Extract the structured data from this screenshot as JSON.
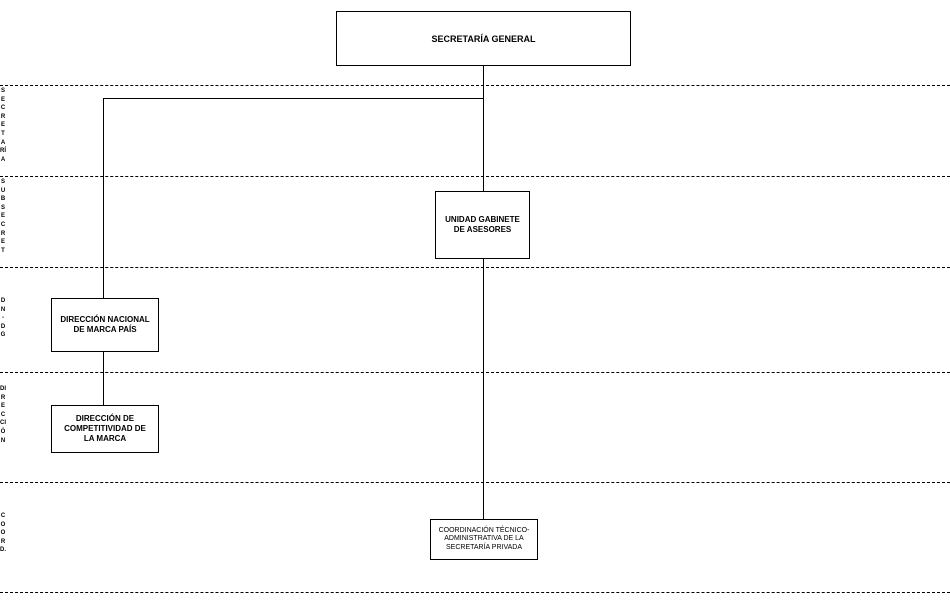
{
  "band_labels": [
    "SECRETARÍA",
    "SUBSECRET",
    "DN-DG",
    "DIRECCIÓN",
    "COORD."
  ],
  "units": {
    "secretaria_general": "SECRETARÍA GENERAL",
    "unidad_gabinete": "UNIDAD GABINETE DE ASESORES",
    "direccion_nacional": "DIRECCIÓN NACIONAL DE MARCA PAÍS",
    "direccion_competitividad": "DIRECCIÓN DE COMPETITIVIDAD DE LA MARCA",
    "coordinacion": "COORDINACIÓN TÉCNICO-ADMINISTRATIVA DE LA SECRETARÍA PRIVADA"
  },
  "colors": {
    "line": "#000000",
    "box_border": "#000000",
    "background": "#ffffff"
  }
}
